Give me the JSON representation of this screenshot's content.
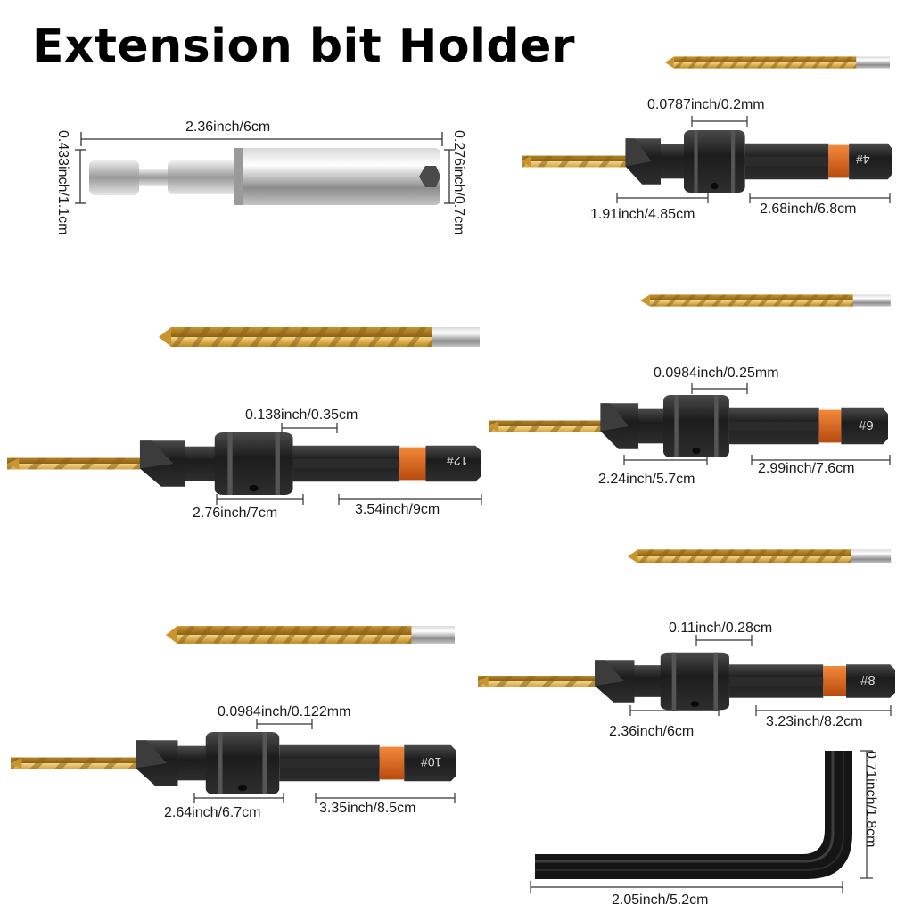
{
  "title": "Extension bit Holder",
  "extension_holder": {
    "length": "2.36inch/6cm",
    "shank_diameter": "0.433inch/1.1cm",
    "socket_diameter": "0.276inch/0.7cm"
  },
  "countersink_4": {
    "marking": "4#",
    "collar": "0.0787inch/0.2mm",
    "bit_length": "1.91inch/4.85cm",
    "total_length": "2.68inch/6.8cm"
  },
  "countersink_6": {
    "marking": "6#",
    "collar": "0.0984inch/0.25mm",
    "bit_length": "2.24inch/5.7cm",
    "total_length": "2.99inch/7.6cm"
  },
  "countersink_8": {
    "marking": "8#",
    "collar": "0.11inch/0.28cm",
    "bit_length": "2.36inch/6cm",
    "total_length": "3.23inch/8.2cm"
  },
  "countersink_10": {
    "marking": "10#",
    "collar": "0.0984inch/0.122mm",
    "bit_length": "2.64inch/6.7cm",
    "total_length": "3.35inch/8.5cm"
  },
  "countersink_12": {
    "marking": "12#",
    "collar": "0.138inch/0.35cm",
    "bit_length": "2.76inch/7cm",
    "total_length": "3.54inch/9cm"
  },
  "hex_key": {
    "width": "2.05inch/5.2cm",
    "height": "0.71inch/1.8cm"
  },
  "colors": {
    "gold": "#d4a640",
    "black_steel": "#1e1e1e",
    "orange_ring": "#e0651c",
    "chrome": "#c8c8c8"
  }
}
